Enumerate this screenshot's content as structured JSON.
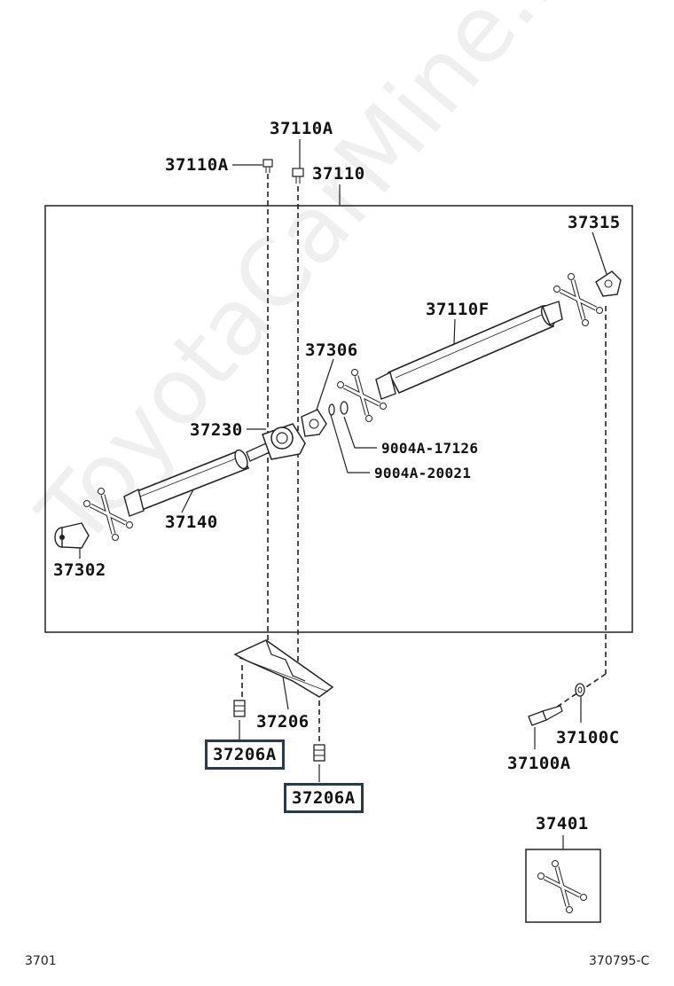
{
  "labels": {
    "p37110A_top": "37110A",
    "p37110A_left": "37110A",
    "p37110": "37110",
    "p37315": "37315",
    "p37110F": "37110F",
    "p37306": "37306",
    "p37230": "37230",
    "p9004A_17126": "9004A-17126",
    "p9004A_20021": "9004A-20021",
    "p37140": "37140",
    "p37302": "37302",
    "p37206": "37206",
    "p37206A_1": "37206A",
    "p37206A_2": "37206A",
    "p37100C": "37100C",
    "p37100A": "37100A",
    "p37401": "37401"
  },
  "footer": {
    "left_code": "3701",
    "right_code": "370795-C"
  },
  "watermark": "ToyotaCarMine.ru"
}
